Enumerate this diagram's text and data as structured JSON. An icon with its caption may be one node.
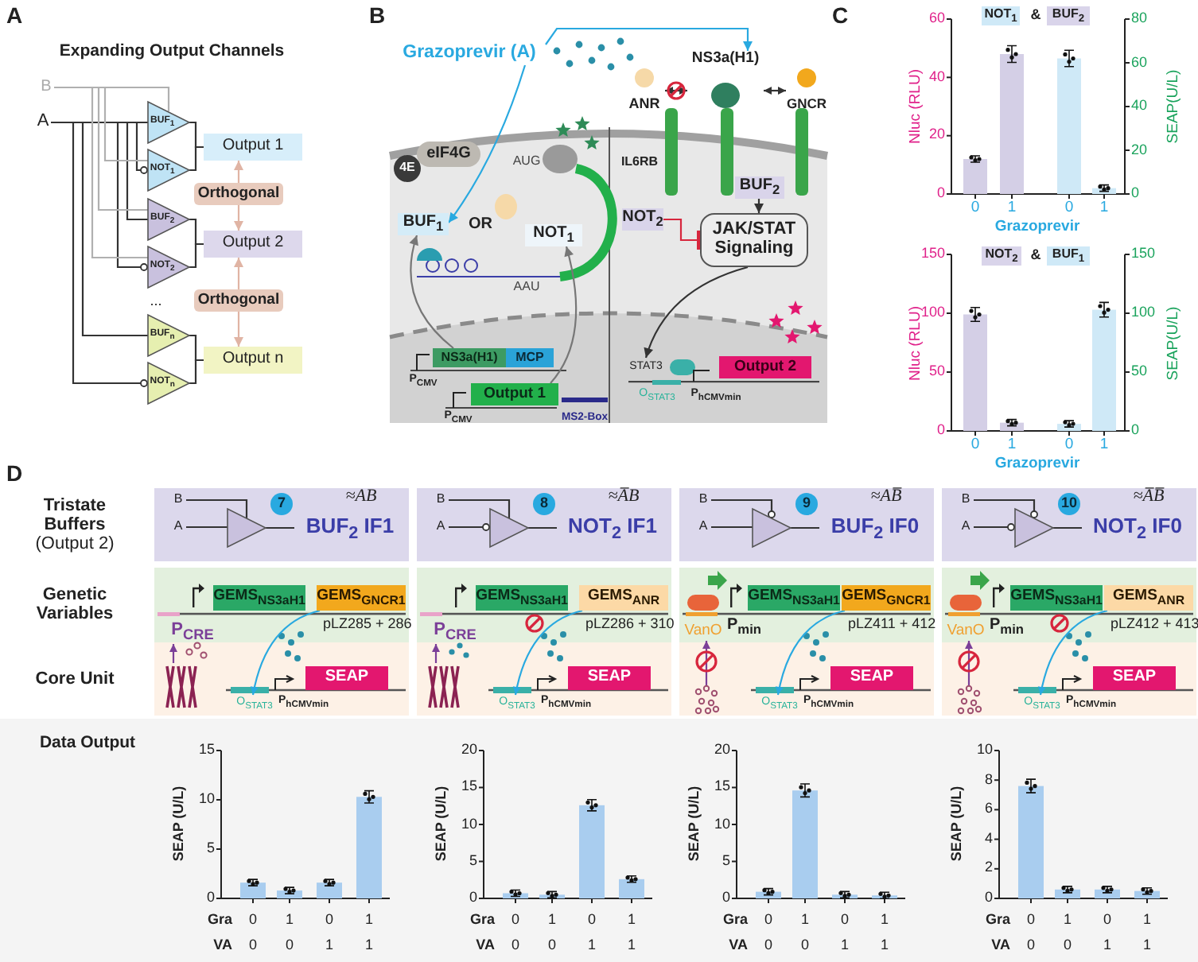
{
  "diagram": {
    "nodes": [
      {
        "text": [
          "A"
        ]
      },
      {
        "text": [
          "B"
        ]
      },
      {
        "text": [
          "BUF$_{1}$"
        ]
      },
      {
        "text": [
          "NOT$_{1}$"
        ]
      },
      {
        "text": [
          "BUF$_{2}$"
        ]
      },
      {
        "text": [
          "NOT$_{2}$"
        ]
      },
      {
        "text": [
          "BUF$_{n}$"
        ]
      },
      {
        "text": [
          "NOT$_{n}$"
        ]
      },
      {
        "text": [
          "Output 1"
        ]
      },
      {
        "text": [
          "Output 2"
        ]
      },
      {
        "text": [
          "Output n"
        ]
      },
      {
        "text": [
          "Orthogonal"
        ]
      },
      {
        "text": [
          "Orthogonal"
        ]
      },
      {
        "text": [
          "Grazoprevir (A)"
        ]
      },
      {
        "text": [
          "NS3a(H1)"
        ]
      },
      {
        "text": [
          "ANR"
        ]
      },
      {
        "text": [
          "GNCR"
        ]
      },
      {
        "text": [
          "eIF4G"
        ]
      },
      {
        "text": [
          "BUF$_{1}$"
        ]
      },
      {
        "text": [
          "NOT$_{1}$"
        ]
      },
      {
        "text": [
          "IL6RB"
        ]
      },
      {
        "text": [
          "BUF$_{2}$"
        ]
      },
      {
        "text": [
          "NOT$_{2}$"
        ]
      },
      {
        "text": [
          "JAK/STAT Signaling"
        ]
      },
      {
        "text": [
          "NS3a(H1)"
        ]
      },
      {
        "text": [
          "MCP"
        ]
      },
      {
        "text": [
          "Output 1"
        ]
      },
      {
        "text": [
          "MS2-Box"
        ]
      },
      {
        "text": [
          "STAT3"
        ]
      },
      {
        "text": [
          "Output 2"
        ]
      },
      {
        "text": [
          "NOT$_{1}$"
        ]
      },
      {
        "text": [
          "BUF$_{2}$"
        ]
      },
      {
        "text": [
          "NOT$_{2}$"
        ]
      },
      {
        "text": [
          "BUF$_{1}$"
        ]
      },
      {
        "text": [
          "7"
        ]
      },
      {
        "text": [
          "B"
        ]
      },
      {
        "text": [
          "A"
        ]
      },
      {
        "text": [],
        "shape": "triangle"
      },
      {
        "text": [
          "BUF$_{2}$ IF1"
        ]
      },
      {
        "text": [
          "GEMS$_{NS3aH1}$"
        ]
      },
      {
        "text": [
          "GEMS$_{GNCR1}$"
        ]
      },
      {
        "text": [
          "P$_{CRE}$"
        ]
      },
      {
        "text": [
          "SEAP"
        ]
      },
      {
        "text": [
          "O$_{STAT3}$"
        ]
      },
      {
        "text": [],
        "shape": "picture"
      },
      {
        "text": [
          "8"
        ]
      },
      {
        "text": [
          "B"
        ]
      },
      {
        "text": [
          "A"
        ]
      },
      {
        "text": [],
        "shape": "triangle"
      },
      {
        "text": [
          "NOT$_{2}$ IF1"
        ]
      },
      {
        "text": [
          "GEMS$_{NS3aH1}$"
        ]
      },
      {
        "text": [
          "GEMS$_{ANR}$"
        ]
      },
      {
        "text": [
          "P$_{CRE}$"
        ]
      },
      {
        "text": [
          "SEAP"
        ]
      },
      {
        "text": [
          "O$_{STAT3}$"
        ]
      },
      {
        "text": [],
        "shape": "picture"
      },
      {
        "text": [
          "9"
        ]
      },
      {
        "text": [
          "B"
        ]
      },
      {
        "text": [
          "A"
        ]
      },
      {
        "text": [],
        "shape": "triangle"
      },
      {
        "text": [
          "BUF$_{2}$ IF0"
        ]
      },
      {
        "text": [
          "GEMS$_{NS3aH1}$"
        ]
      },
      {
        "text": [
          "GEMS$_{GNCR1}$"
        ]
      },
      {
        "text": [
          "VanO"
        ]
      },
      {
        "text": [
          "SEAP"
        ]
      },
      {
        "text": [
          "O$_{STAT3}$"
        ]
      },
      {
        "text": [],
        "shape": "picture"
      },
      {
        "text": [
          "10"
        ]
      },
      {
        "text": [
          "B"
        ]
      },
      {
        "text": [
          "A"
        ]
      },
      {
        "text": [],
        "shape": "triangle"
      },
      {
        "text": [
          "NOT$_{2}$ IF0"
        ]
      },
      {
        "text": [
          "GEMS$_{NS3aH1}$"
        ]
      },
      {
        "text": [
          "GEMS$_{ANR}$"
        ]
      },
      {
        "text": [
          "VanO"
        ]
      },
      {
        "text": [
          "SEAP"
        ]
      },
      {
        "text": [
          "O$_{STAT3}$"
        ]
      },
      {
        "text": [],
        "shape": "picture"
      }
    ],
    "edges": [
      {
        "from": 0,
        "to": 2,
        "arrow": "none"
      },
      {
        "from": 0,
        "to": 3,
        "arrow": "other"
      },
      {
        "from": 0,
        "to": 4,
        "arrow": "none"
      },
      {
        "from": 0,
        "to": 5,
        "arrow": "other"
      },
      {
        "from": 0,
        "to": 6,
        "arrow": "none"
      },
      {
        "from": 0,
        "to": 7,
        "arrow": "other"
      },
      {
        "from": 1,
        "to": 2,
        "arrow": "none",
        "color": "#b0b0b0"
      },
      {
        "from": 1,
        "to": 3,
        "arrow": "none",
        "color": "#b0b0b0"
      },
      {
        "from": 1,
        "to": 4,
        "arrow": "none",
        "color": "#b0b0b0"
      },
      {
        "from": 1,
        "to": 5,
        "arrow": "none",
        "color": "#b0b0b0"
      },
      {
        "from": 2,
        "to": 8,
        "arrow": "none"
      },
      {
        "from": 3,
        "to": 8,
        "arrow": "none"
      },
      {
        "from": 4,
        "to": 9,
        "arrow": "none"
      },
      {
        "from": 5,
        "to": 9,
        "arrow": "none"
      },
      {
        "from": 6,
        "to": 10,
        "arrow": "none"
      },
      {
        "from": 7,
        "to": 10,
        "arrow": "none"
      },
      {
        "from": 11,
        "to": 8,
        "arrow": "to",
        "color": "#e0b4a4"
      },
      {
        "from": 11,
        "to": 9,
        "arrow": "to",
        "color": "#e0b4a4"
      },
      {
        "from": 12,
        "to": 9,
        "arrow": "to",
        "color": "#e0b4a4"
      },
      {
        "from": 12,
        "to": 10,
        "arrow": "to",
        "color": "#e0b4a4"
      },
      {
        "from": 13,
        "to": 18,
        "arrow": "to",
        "color": "#29a9e0"
      },
      {
        "from": 13,
        "to": 14,
        "arrow": "to",
        "color": "#29a9e0"
      },
      {
        "from": 14,
        "to": 15,
        "arrow": "both"
      },
      {
        "from": 14,
        "to": 16,
        "arrow": "both"
      },
      {
        "from": 21,
        "to": 23,
        "arrow": "to"
      },
      {
        "from": 22,
        "to": 23,
        "arrow": "other",
        "color": "#d7263d"
      },
      {
        "from": 23,
        "to": 28,
        "arrow": "to"
      },
      {
        "from": 24,
        "to": 18,
        "arrow": "to",
        "color": "#777777"
      },
      {
        "from": 26,
        "to": 19,
        "arrow": "to",
        "color": "#777777"
      },
      {
        "from": 35,
        "to": 37,
        "arrow": "none"
      },
      {
        "from": 36,
        "to": 37,
        "arrow": "none"
      },
      {
        "from": 37,
        "to": 38,
        "arrow": "none"
      },
      {
        "from": 44,
        "to": 41,
        "arrow": "to",
        "color": "#7b3f98"
      },
      {
        "from": 40,
        "to": 43,
        "arrow": "to",
        "color": "#29a9e0"
      },
      {
        "from": 46,
        "to": 48,
        "arrow": "none"
      },
      {
        "from": 47,
        "to": 48,
        "arrow": "other"
      },
      {
        "from": 48,
        "to": 49,
        "arrow": "none"
      },
      {
        "from": 55,
        "to": 52,
        "arrow": "to",
        "color": "#7b3f98"
      },
      {
        "from": 51,
        "to": 54,
        "arrow": "to",
        "color": "#29a9e0"
      },
      {
        "from": 57,
        "to": 59,
        "arrow": "other"
      },
      {
        "from": 58,
        "to": 59,
        "arrow": "none"
      },
      {
        "from": 59,
        "to": 60,
        "arrow": "none"
      },
      {
        "from": 66,
        "to": 63,
        "arrow": "to",
        "color": "#7b3f98"
      },
      {
        "from": 62,
        "to": 65,
        "arrow": "to",
        "color": "#29a9e0"
      },
      {
        "from": 68,
        "to": 70,
        "arrow": "other"
      },
      {
        "from": 69,
        "to": 70,
        "arrow": "other"
      },
      {
        "from": 70,
        "to": 71,
        "arrow": "none"
      },
      {
        "from": 77,
        "to": 74,
        "arrow": "to",
        "color": "#7b3f98"
      },
      {
        "from": 73,
        "to": 76,
        "arrow": "to",
        "color": "#29a9e0"
      }
    ],
    "labels": [
      "A",
      "Expanding Output Channels",
      "...",
      "B",
      "4E",
      "AUG",
      "OR",
      "AAU",
      "P$_{CMV}$",
      "P$_{CMV}$",
      "O$_{STAT3}$",
      "P$_{hCMVmin}$",
      "C",
      "60",
      "&",
      "80",
      "40",
      "20",
      "0",
      "Nluc (RLU)",
      "60",
      "40",
      "20",
      "0",
      "SEAP(U/L)",
      "0",
      "1",
      "0",
      "1",
      "Grazoprevir",
      "150",
      "&",
      "150",
      "100",
      "50",
      "0",
      "Nluc (RLU)",
      "100",
      "50",
      "0",
      "SEAP(U/L)",
      "0",
      "1",
      "0",
      "1",
      "Grazoprevir",
      "D",
      "**Tristate Buffers** (Output 2)",
      "Genetic Variables",
      "Core Unit",
      "Data Output",
      "≈AB",
      "pLZ285 + 286",
      "P$_{hCMVmin}$",
      "SEAP (U/L)",
      "15",
      "10",
      "5",
      "0",
      "Gra",
      "0",
      "1",
      "0",
      "1",
      "VA",
      "0",
      "0",
      "1",
      "1",
      "≈A̅B",
      "pLZ286 + 310",
      "P$_{hCMVmin}$",
      "SEAP (U/L)",
      "20",
      "15",
      "10",
      "5",
      "0",
      "Gra",
      "0",
      "1",
      "0",
      "1",
      "VA",
      "0",
      "0",
      "1",
      "1",
      "≈AB̅",
      "pLZ411 + 412",
      "P$_{hCMVmin}$",
      "P$_{min}$",
      "SEAP (U/L)",
      "20",
      "15",
      "10",
      "5",
      "0",
      "Gra",
      "0",
      "1",
      "0",
      "1",
      "VA",
      "0",
      "0",
      "1",
      "1",
      "≈A̅B̅",
      "pLZ412 + 413",
      "P$_{hCMVmin}$",
      "P$_{min}$",
      "SEAP (U/L)",
      "10",
      "8",
      "6",
      "4",
      "2",
      "0",
      "Gra",
      "0",
      "1",
      "0",
      "1",
      "VA",
      "0",
      "0",
      "1",
      "1"
    ]
  }
}
